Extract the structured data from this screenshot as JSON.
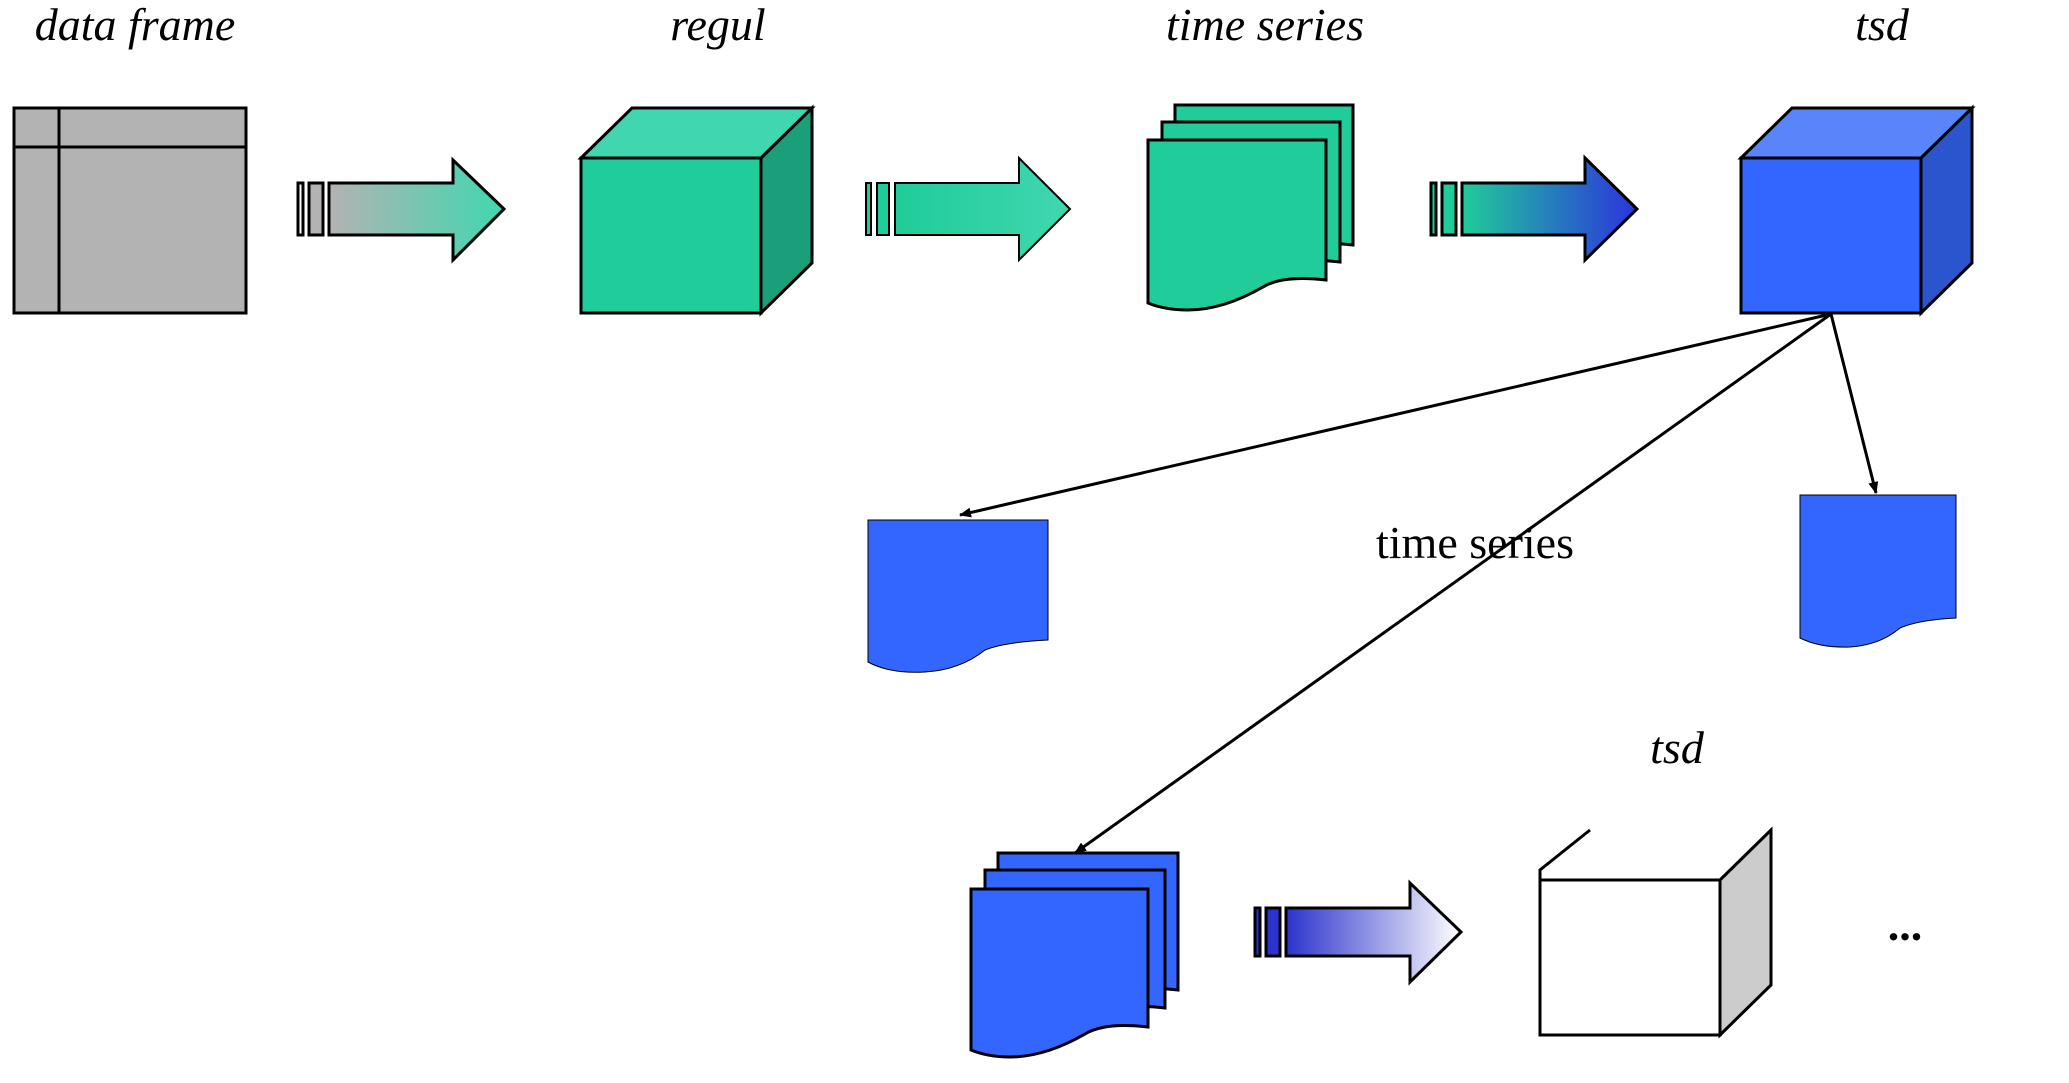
{
  "labels": {
    "data_frame": "data frame",
    "regul": "regul",
    "time_series_top": "time series",
    "tsd_top": "tsd",
    "time_series_mid": "time series",
    "tsd_bottom": "tsd",
    "ellipsis": "..."
  },
  "colors": {
    "gray_fill": "#b3b3b3",
    "green_front": "#20cc99",
    "green_top": "#40d7b0",
    "green_side": "#1a9f7a",
    "blue_front": "#3366ff",
    "blue_top": "#5a85fa",
    "blue_side": "#2b55cc",
    "white_front": "#ffffff",
    "gray_side": "#cccccc",
    "outline": "#000000"
  },
  "icons": {
    "data_frame": "table-icon",
    "regul": "cube-icon",
    "time_series": "stacked-pages-icon",
    "tsd": "cube-icon",
    "series_page": "page-icon",
    "empty_tsd": "cube-outline-icon",
    "flow_arrow": "striped-arrow-icon"
  }
}
